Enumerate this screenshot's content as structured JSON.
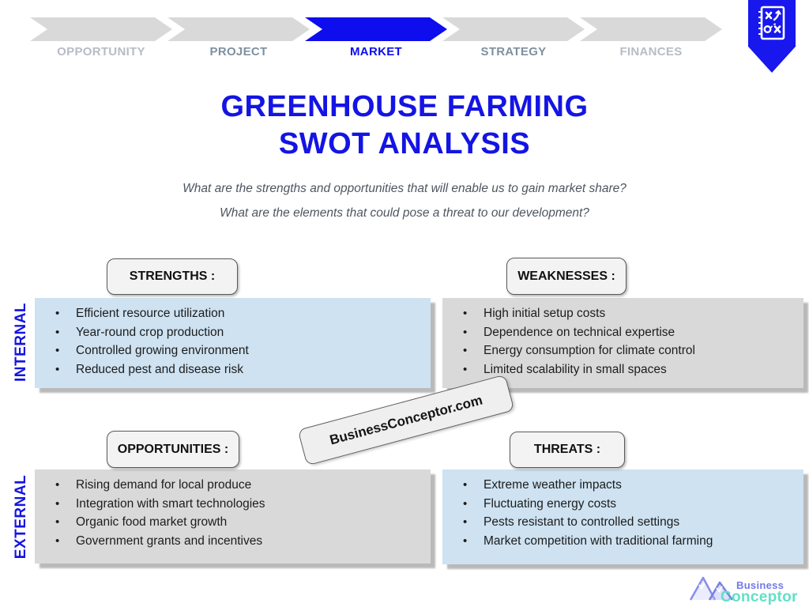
{
  "nav": {
    "steps": [
      {
        "label": "OPPORTUNITY",
        "active": false
      },
      {
        "label": "PROJECT",
        "active": false
      },
      {
        "label": "MARKET",
        "active": true
      },
      {
        "label": "STRATEGY",
        "active": false
      },
      {
        "label": "FINANCES",
        "active": false
      }
    ],
    "active_step": "MARKET"
  },
  "corner": {
    "icon": "strategy-playbook-icon"
  },
  "header": {
    "title_line1": "GREENHOUSE FARMING",
    "title_line2": "SWOT ANALYSIS",
    "question1": "What are the strengths and opportunities that will enable us to gain market share?",
    "question2": "What are the elements that could pose a threat to our development?"
  },
  "swot": {
    "internal_label": "INTERNAL",
    "external_label": "EXTERNAL",
    "quadrants": [
      {
        "title": "STRENGTHS :",
        "scope": "internal",
        "panel_color": "#CEE2F1",
        "items": [
          "Efficient resource utilization",
          "Year-round crop production",
          "Controlled growing environment",
          "Reduced pest and disease risk"
        ]
      },
      {
        "title": "WEAKNESSES :",
        "scope": "internal",
        "panel_color": "#D9D9D9",
        "items": [
          "High initial setup costs",
          "Dependence on technical expertise",
          "Energy consumption for climate control",
          "Limited scalability in small spaces"
        ]
      },
      {
        "title": "OPPORTUNITIES :",
        "scope": "external",
        "panel_color": "#D9D9D9",
        "items": [
          "Rising demand for local produce",
          "Integration with smart technologies",
          "Organic food market growth",
          "Government grants and incentives"
        ]
      },
      {
        "title": "THREATS :",
        "scope": "external",
        "panel_color": "#CEE2F1",
        "items": [
          "Extreme weather impacts",
          "Fluctuating energy costs",
          "Pests resistant to controlled settings",
          "Market competition with traditional farming"
        ]
      }
    ]
  },
  "watermark": {
    "text": "BusinessConceptor.com"
  },
  "logo": {
    "icon": "mountains-icon",
    "name_top": "Business",
    "name_bottom": "Conceptor"
  },
  "colors": {
    "accent_blue": "#1414E4",
    "nav_active_arrow": "#0D0DEE",
    "nav_inactive_arrow": "#D9D9D9",
    "nav_label_light": "#B7BCC4",
    "nav_label_dark": "#7F90A0",
    "panel_light_blue": "#CEE2F1",
    "panel_gray": "#D9D9D9",
    "logo_purple": "#7478E8",
    "logo_teal": "#63DFC7"
  }
}
